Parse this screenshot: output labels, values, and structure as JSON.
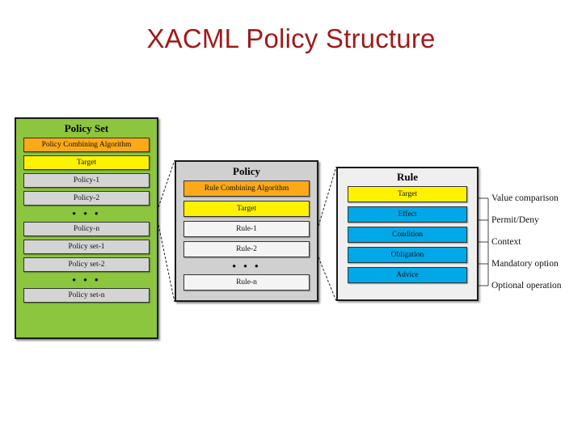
{
  "slide": {
    "title": "XACML Policy Structure",
    "title_color": "#9E1B1B",
    "background": "#FFFFFF"
  },
  "colors": {
    "policy_set_panel": "#8CC63E",
    "policy_panel": "#D0D0D0",
    "rule_panel": "#EFEFEF",
    "combining_algorithm": "#FBA919",
    "target": "#FFF200",
    "child_item": "#D4D4D4",
    "rule_item": "#F4F4F4",
    "rule_attribute": "#00A8E8",
    "border": "#1A1A1A"
  },
  "diagram": {
    "type": "diagram",
    "panels": [
      {
        "id": "policy-set",
        "title": "Policy Set",
        "rows": [
          {
            "label": "Policy Combining Algorithm",
            "style": "orange"
          },
          {
            "label": "Target",
            "style": "yellow"
          },
          {
            "label": "Policy-1",
            "style": "grey"
          },
          {
            "label": "Policy-2",
            "style": "grey"
          },
          {
            "label": "• • •",
            "style": "ellipsis"
          },
          {
            "label": "Policy-n",
            "style": "grey"
          },
          {
            "label": "Policy set-1",
            "style": "grey"
          },
          {
            "label": "Policy set-2",
            "style": "grey"
          },
          {
            "label": "• • •",
            "style": "ellipsis"
          },
          {
            "label": "Policy set-n",
            "style": "grey"
          }
        ]
      },
      {
        "id": "policy",
        "title": "Policy",
        "rows": [
          {
            "label": "Rule Combining Algorithm",
            "style": "orange"
          },
          {
            "label": "Target",
            "style": "yellow"
          },
          {
            "label": "Rule-1",
            "style": "white"
          },
          {
            "label": "Rule-2",
            "style": "white"
          },
          {
            "label": "• • •",
            "style": "ellipsis"
          },
          {
            "label": "Rule-n",
            "style": "white"
          }
        ]
      },
      {
        "id": "rule",
        "title": "Rule",
        "rows": [
          {
            "label": "Target",
            "style": "yellow"
          },
          {
            "label": "Effect",
            "style": "cyan"
          },
          {
            "label": "Condition",
            "style": "cyan"
          },
          {
            "label": "Obligation",
            "style": "cyan"
          },
          {
            "label": "Advice",
            "style": "cyan"
          }
        ]
      }
    ],
    "legend": [
      {
        "label": "Value comparison",
        "for_row": "Target"
      },
      {
        "label": "Permit/Deny",
        "for_row": "Effect"
      },
      {
        "label": "Context",
        "for_row": "Condition"
      },
      {
        "label": "Mandatory option",
        "for_row": "Obligation"
      },
      {
        "label": "Optional operation",
        "for_row": "Advice"
      }
    ]
  }
}
